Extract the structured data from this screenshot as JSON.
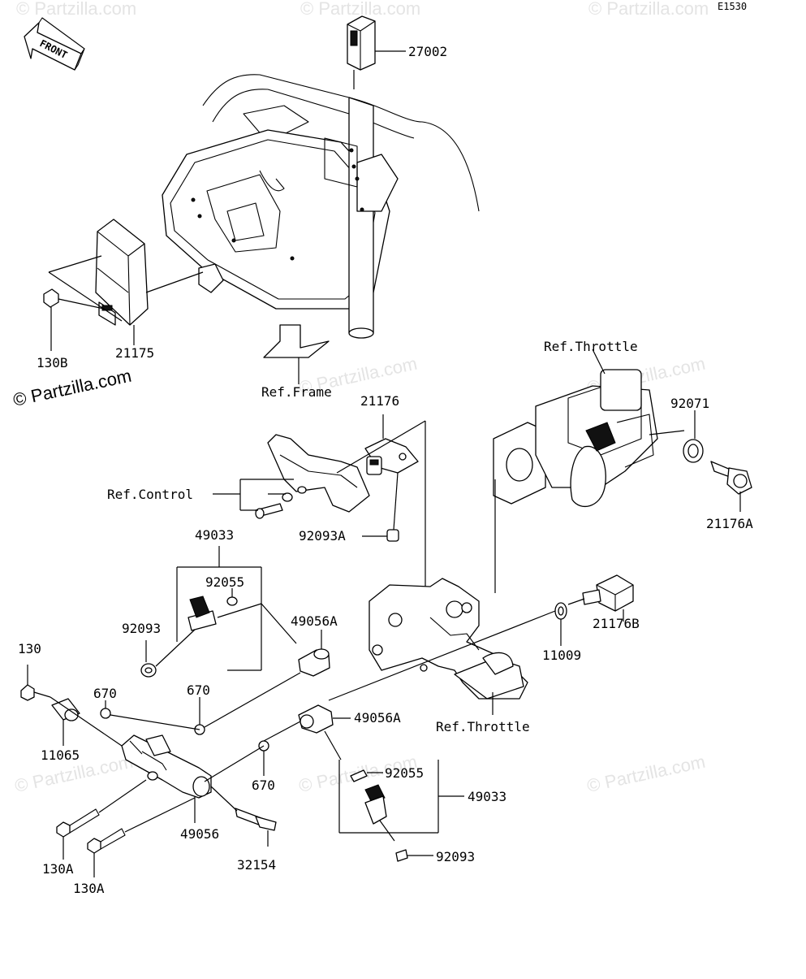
{
  "diagram_code": "E1530",
  "front_label": "FRONT",
  "watermark_main": "© Partzilla.com",
  "watermarks": [
    "© Partzilla.com",
    "© Partzilla.com",
    "© Partzilla.com",
    "© Partzilla.com",
    "© Partzilla.com",
    "© Partzilla.com",
    "© Partzilla.com",
    "© Partzilla.com"
  ],
  "callouts": {
    "p27002": "27002",
    "p130B": "130B",
    "p21175": "21175",
    "ref_frame": "Ref.Frame",
    "ref_throttle_top": "Ref.Throttle",
    "p92071": "92071",
    "p21176A": "21176A",
    "p21176": "21176",
    "ref_control": "Ref.Control",
    "p92093A": "92093A",
    "p49033_top": "49033",
    "p92055_top": "92055",
    "p92093_left": "92093",
    "p49056A_top": "49056A",
    "p130": "130",
    "p670_a": "670",
    "p670_b": "670",
    "p11065": "11065",
    "p21176B": "21176B",
    "p11009": "11009",
    "ref_throttle_bottom": "Ref.Throttle",
    "p49056A_bottom": "49056A",
    "p670_c": "670",
    "p92055_bottom": "92055",
    "p49033_bottom": "49033",
    "p130A_a": "130A",
    "p130A_b": "130A",
    "p49056": "49056",
    "p32154": "32154",
    "p92093_bottom": "92093"
  }
}
